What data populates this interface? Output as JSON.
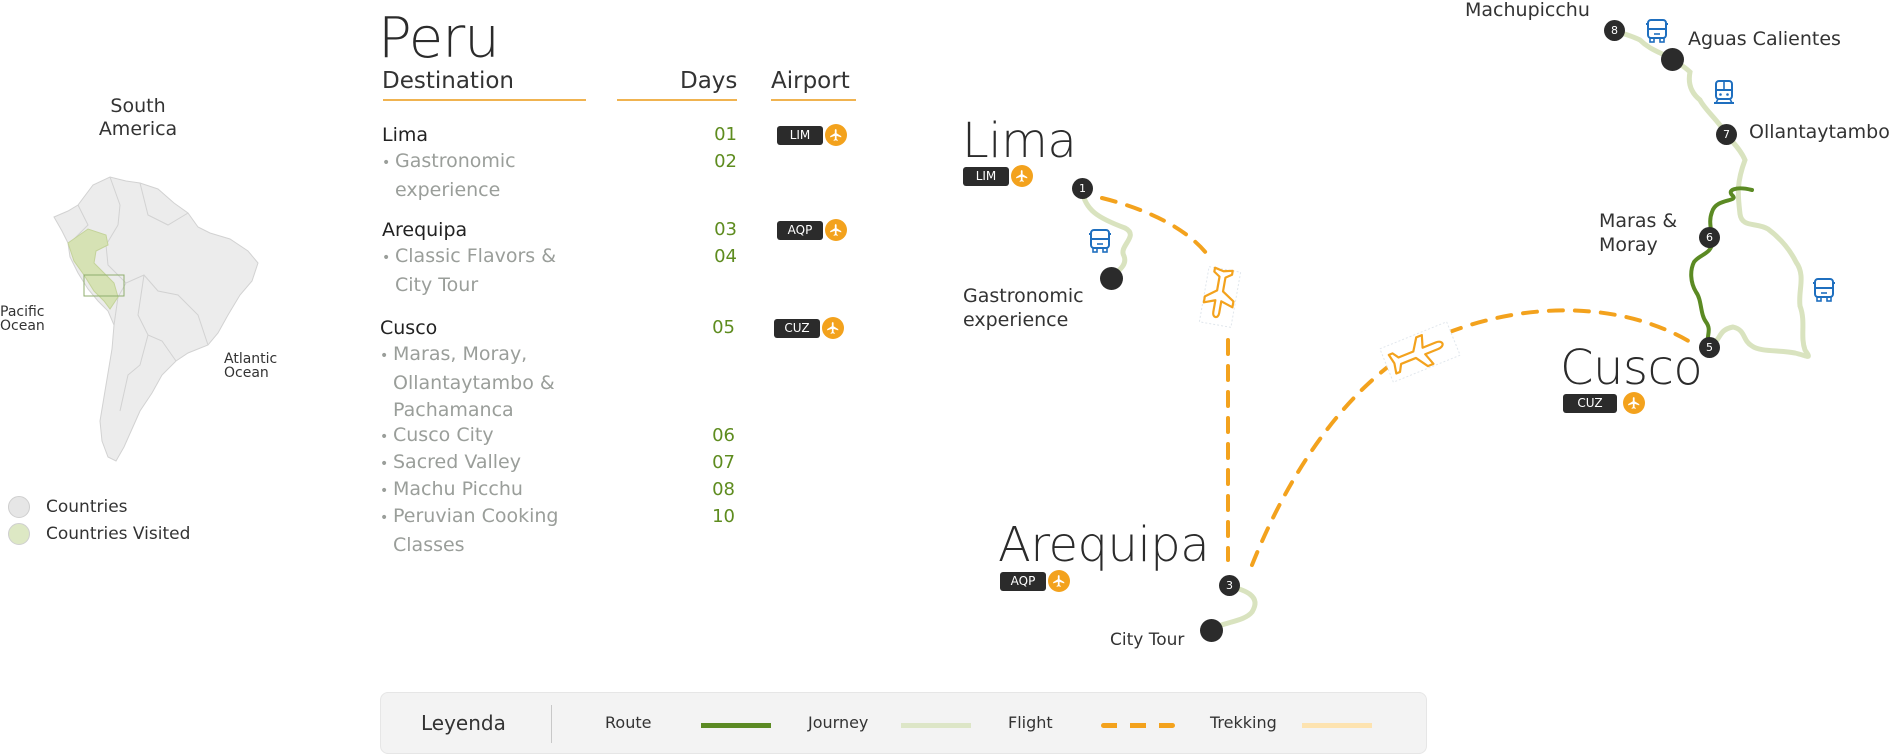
{
  "inset_map": {
    "title": "South America",
    "title_lines": [
      "South",
      "America"
    ],
    "oceans": [
      {
        "lines": [
          "Pacific",
          "Ocean"
        ]
      },
      {
        "lines": [
          "Atlantic",
          "Ocean"
        ]
      }
    ],
    "highlighted_country": "Peru",
    "colors": {
      "land": "#ececec",
      "border": "#d2d2d2",
      "visited": "#d6e2b4",
      "frame": "#8fae6e"
    },
    "legend": [
      {
        "label": "Countries",
        "color": "#e6e6e6"
      },
      {
        "label": "Countries Visited",
        "color": "#dde8c4"
      }
    ]
  },
  "itinerary": {
    "title": "Peru",
    "headers": {
      "destination": "Destination",
      "days": "Days",
      "airport": "Airport"
    },
    "destinations": [
      {
        "name": "Lima",
        "day": "01",
        "airport_code": "LIM",
        "activities": [
          {
            "lines": [
              "Gastronomic",
              "experience"
            ],
            "day": "02"
          }
        ]
      },
      {
        "name": "Arequipa",
        "day": "03",
        "airport_code": "AQP",
        "activities": [
          {
            "lines": [
              "Classic Flavors &",
              "City Tour"
            ],
            "day": "04"
          }
        ]
      },
      {
        "name": "Cusco",
        "day": "05",
        "airport_code": "CUZ",
        "activities": [
          {
            "lines": [
              "Maras, Moray,",
              "Ollantaytambo &",
              "Pachamanca"
            ],
            "day": ""
          },
          {
            "lines": [
              "Cusco City"
            ],
            "day": "06"
          },
          {
            "lines": [
              "Sacred Valley"
            ],
            "day": "07"
          },
          {
            "lines": [
              "Machu Picchu"
            ],
            "day": "08"
          },
          {
            "lines": [
              "Peruvian Cooking",
              "Classes"
            ],
            "day": "10"
          }
        ]
      }
    ]
  },
  "route_map": {
    "cities": [
      {
        "name": "Lima",
        "airport_code": "LIM"
      },
      {
        "name": "Arequipa",
        "airport_code": "AQP"
      },
      {
        "name": "Cusco",
        "airport_code": "CUZ"
      }
    ],
    "nodes": [
      "1",
      "3",
      "5",
      "6",
      "7",
      "8"
    ],
    "places": {
      "gastronomic": [
        "Gastronomic",
        "experience"
      ],
      "city_tour": "City Tour",
      "maras": [
        "Maras &",
        "Moray"
      ],
      "ollantaytambo": "Ollantaytambo",
      "aguas": "Aguas Calientes",
      "machupicchu": "Machupicchu"
    },
    "colors": {
      "route": "#5b8a23",
      "journey": "#d9e3bf",
      "flight": "#f3a21d",
      "trekking": "#fde3b0",
      "transport_icon": "#1f6fbf",
      "node": "#2b2b2b"
    }
  },
  "legend": {
    "title": "Leyenda",
    "items": [
      {
        "label": "Route",
        "style": "route"
      },
      {
        "label": "Journey",
        "style": "journey"
      },
      {
        "label": "Flight",
        "style": "flight"
      },
      {
        "label": "Trekking",
        "style": "trekking"
      }
    ]
  }
}
